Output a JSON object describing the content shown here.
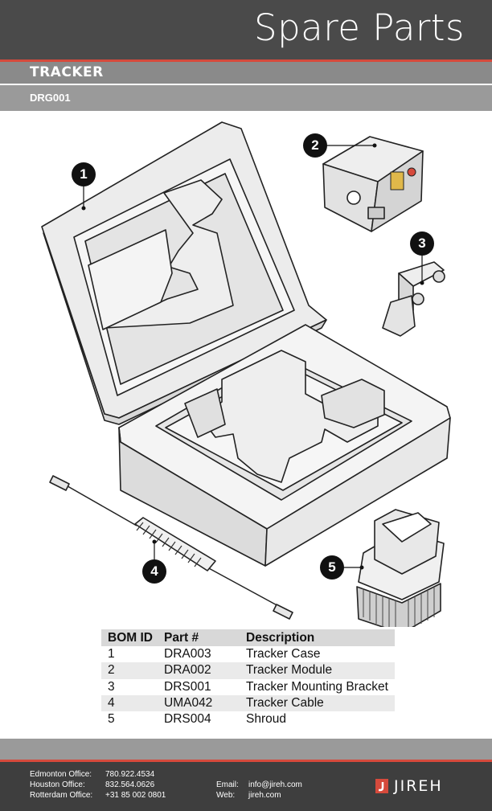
{
  "header": {
    "title": "Spare Parts"
  },
  "product": {
    "name": "TRACKER",
    "code": "DRG001"
  },
  "callouts": [
    "1",
    "2",
    "3",
    "4",
    "5"
  ],
  "bom": {
    "headers": [
      "BOM ID",
      "Part #",
      "Description"
    ],
    "rows": [
      [
        "1",
        "DRA003",
        "Tracker Case"
      ],
      [
        "2",
        "DRA002",
        "Tracker Module"
      ],
      [
        "3",
        "DRS001",
        "Tracker Mounting Bracket"
      ],
      [
        "4",
        "UMA042",
        "Tracker Cable"
      ],
      [
        "5",
        "DRS004",
        "Shroud"
      ]
    ]
  },
  "footer": {
    "offices": [
      {
        "label": "Edmonton Office:",
        "phone": "780.922.4534"
      },
      {
        "label": "Houston Office:",
        "phone": "832.564.0626"
      },
      {
        "label": "Rotterdam Office:",
        "phone": "+31 85 002 0801"
      }
    ],
    "email_label": "Email:",
    "email": "info@jireh.com",
    "web_label": "Web:",
    "web": "jireh.com",
    "logo_text": "JIREH"
  },
  "colors": {
    "header": "#4a4a4a",
    "accent": "#d64a3c",
    "band": "#9a9a9a"
  }
}
